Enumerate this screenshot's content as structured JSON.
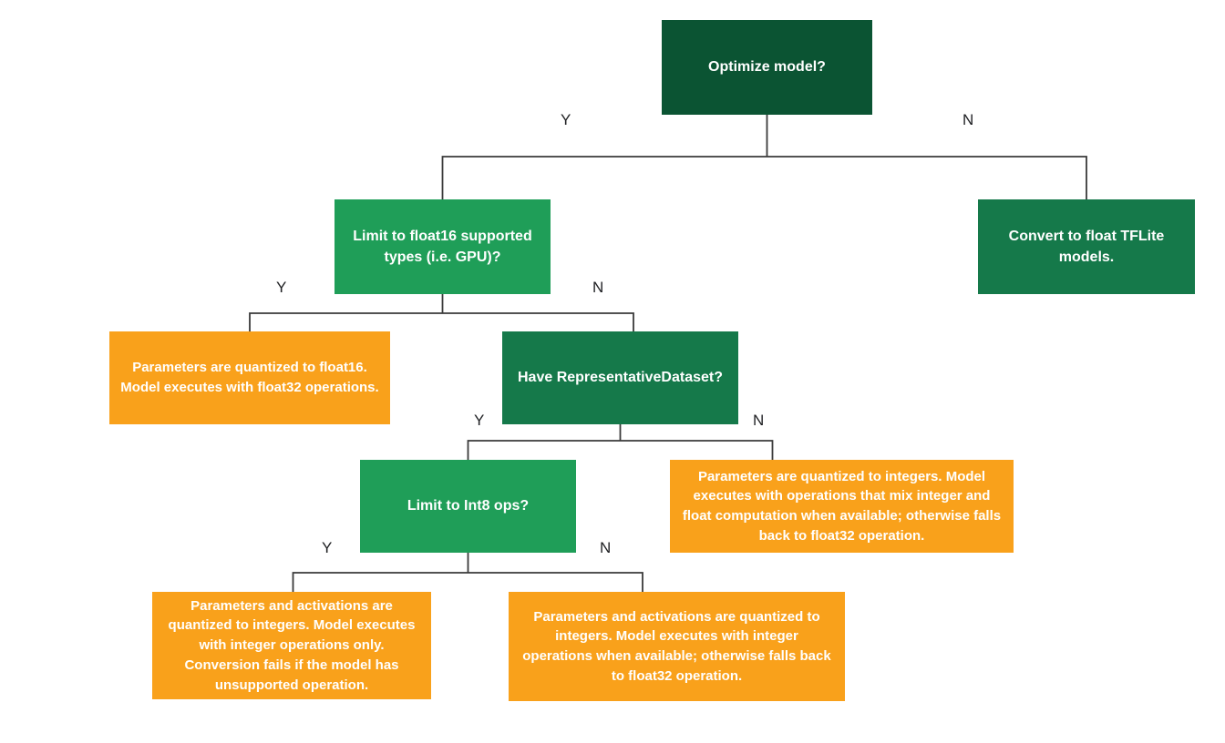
{
  "colors": {
    "dark_green": "#0B5433",
    "medium_green": "#15794A",
    "bright_green": "#1F9E58",
    "orange": "#F9A11B",
    "line": "#3A3A3A",
    "node_text": "#FFFFFF",
    "label_text": "#202124"
  },
  "nodes": [
    {
      "id": "optimize",
      "type": "decision",
      "text": "Optimize model?"
    },
    {
      "id": "limit-float16",
      "type": "decision",
      "text": "Limit to float16 supported types (i.e. GPU)?"
    },
    {
      "id": "convert-float",
      "type": "action",
      "text": "Convert to float TFLite models."
    },
    {
      "id": "result-float16",
      "type": "result",
      "text": "Parameters are quantized to float16. Model executes with float32 operations."
    },
    {
      "id": "rep-dataset",
      "type": "decision",
      "text": "Have RepresentativeDataset?"
    },
    {
      "id": "limit-int8",
      "type": "decision",
      "text": "Limit to Int8 ops?"
    },
    {
      "id": "result-mixed",
      "type": "result",
      "text": "Parameters are quantized to integers. Model executes with operations that mix integer and float computation when available; otherwise falls back to float32 operation."
    },
    {
      "id": "result-full-integer",
      "type": "result",
      "text": "Parameters and activations are quantized to integers. Model executes with integer operations only. Conversion fails if the model has unsupported operation."
    },
    {
      "id": "result-int-fallback",
      "type": "result",
      "text": "Parameters and activations are quantized to integers. Model executes with integer operations when available; otherwise falls back to float32 operation."
    }
  ],
  "edges": [
    {
      "from": "optimize",
      "label": "Y",
      "to": "limit-float16"
    },
    {
      "from": "optimize",
      "label": "N",
      "to": "convert-float"
    },
    {
      "from": "limit-float16",
      "label": "Y",
      "to": "result-float16"
    },
    {
      "from": "limit-float16",
      "label": "N",
      "to": "rep-dataset"
    },
    {
      "from": "rep-dataset",
      "label": "Y",
      "to": "limit-int8"
    },
    {
      "from": "rep-dataset",
      "label": "N",
      "to": "result-mixed"
    },
    {
      "from": "limit-int8",
      "label": "Y",
      "to": "result-full-integer"
    },
    {
      "from": "limit-int8",
      "label": "N",
      "to": "result-int-fallback"
    }
  ]
}
